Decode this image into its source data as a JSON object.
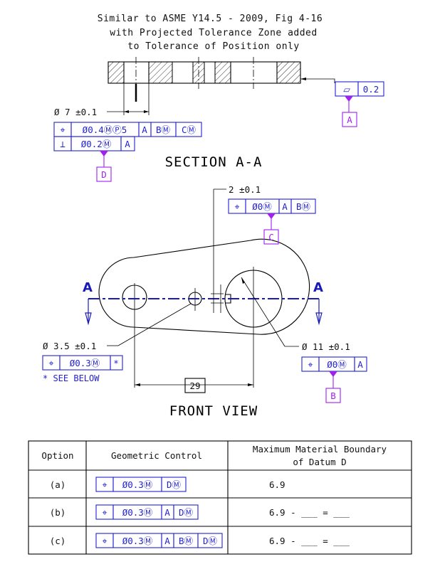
{
  "caption": {
    "line1": "Similar to ASME Y14.5 - 2009, Fig 4-16",
    "line2": "with Projected Tolerance Zone added",
    "line3": "to Tolerance of Position only"
  },
  "section": {
    "title": "SECTION A-A",
    "flatness": {
      "symbol": "⏥",
      "value": "0.2"
    },
    "datum_a": "A",
    "hole_dim": "Ø 7 ±0.1",
    "pos_fcf": [
      "⌖",
      "Ø0.4ⓂⓅ5",
      "A",
      "BⓂ",
      "CⓂ"
    ],
    "perp_fcf": [
      "⊥",
      "Ø0.2Ⓜ",
      "A"
    ],
    "datum_d": "D"
  },
  "front": {
    "title": "FRONT VIEW",
    "slot_dim": "2 ±0.1",
    "slot_fcf": [
      "⌖",
      "Ø0Ⓜ",
      "A",
      "BⓂ"
    ],
    "datum_c": "C",
    "section_label_left": "A",
    "section_label_right": "A",
    "small_hole_dim": "Ø 3.5 ±0.1",
    "small_hole_fcf": [
      "⌖",
      "Ø0.3Ⓜ",
      "*"
    ],
    "see_below": "* SEE BELOW",
    "large_hole_dim": "Ø 11 ±0.1",
    "large_hole_fcf": [
      "⌖",
      "Ø0Ⓜ",
      "A"
    ],
    "datum_b": "B",
    "basic_dim": "29"
  },
  "table": {
    "headers": [
      "Option",
      "Geometric Control",
      "Maximum Material Boundary",
      "of Datum D"
    ],
    "rows": [
      {
        "option": "(a)",
        "fcf": [
          "⌖",
          "Ø0.3Ⓜ",
          "DⓂ"
        ],
        "mmb": "6.9"
      },
      {
        "option": "(b)",
        "fcf": [
          "⌖",
          "Ø0.3Ⓜ",
          "A",
          "DⓂ"
        ],
        "mmb": "6.9 - ___ = ___"
      },
      {
        "option": "(c)",
        "fcf": [
          "⌖",
          "Ø0.3Ⓜ",
          "A",
          "BⓂ",
          "DⓂ"
        ],
        "mmb": "6.9 - ___ = ___"
      }
    ]
  }
}
